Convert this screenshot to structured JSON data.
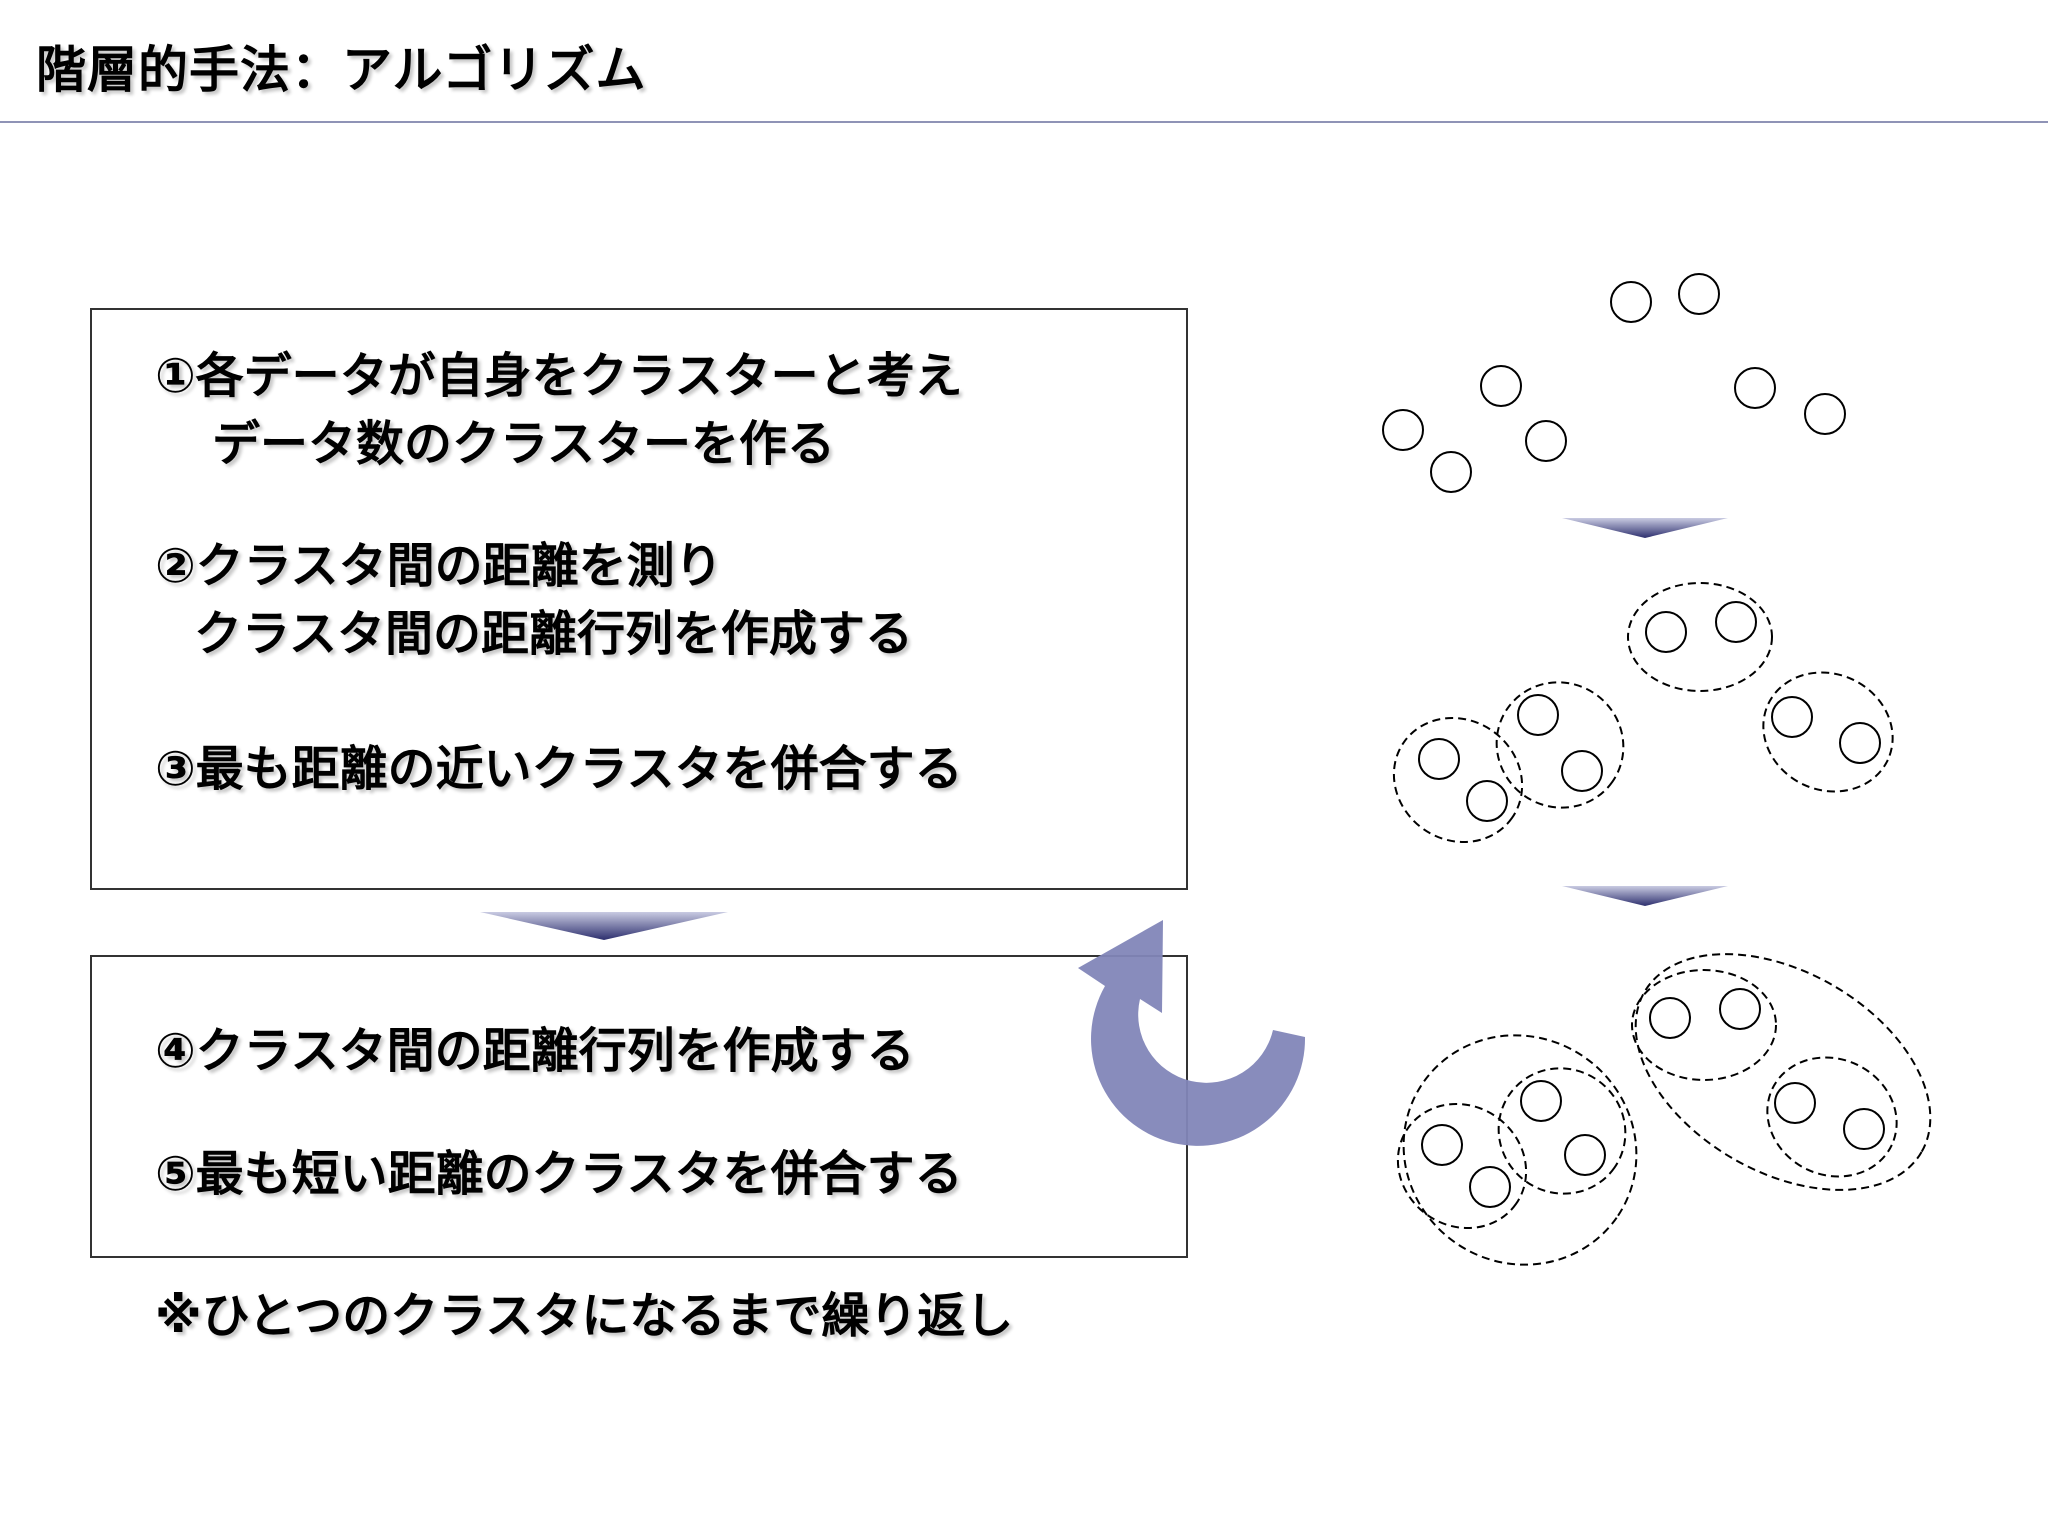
{
  "slide": {
    "title": "階層的手法：アルゴリズム"
  },
  "steps_box": {
    "step1_line1": "①各データが自身をクラスターと考え",
    "step1_line2": "データ数のクラスターを作る",
    "step2_line1": "②クラスタ間の距離を測り",
    "step2_line2": "クラスタ間の距離行列を作成する",
    "step3": "③最も距離の近いクラスタを併合する"
  },
  "loop_box": {
    "step4": "④クラスタ間の距離行列を作成する",
    "step5": "⑤最も短い距離のクラスタを併合する"
  },
  "footnote": "※ひとつのクラスタになるまで繰り返し",
  "colors": {
    "accent": "#8286b8",
    "arrow_dark": "#2d2f6e",
    "rule": "#8f93b6"
  },
  "icons": {
    "loop": "circular-arrow-icon",
    "down_arrow": "chevron-down-arrow"
  }
}
